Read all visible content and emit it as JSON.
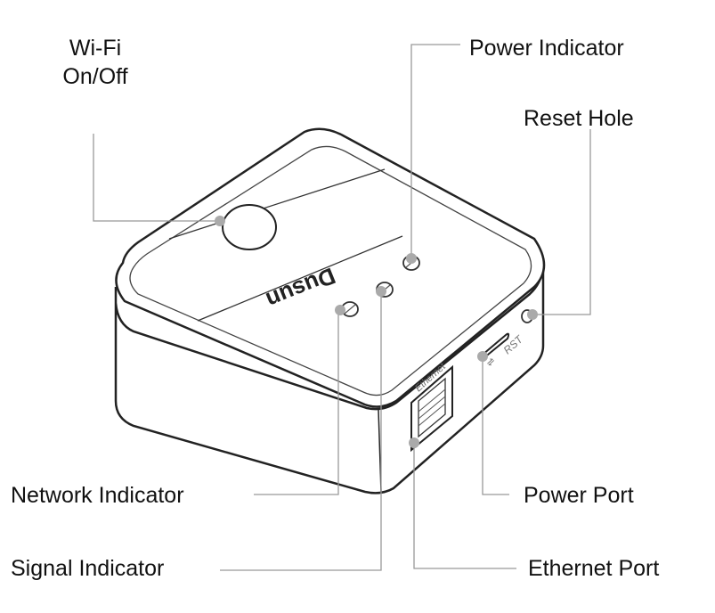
{
  "labels": {
    "wifi_line1": "Wi-Fi",
    "wifi_line2": "On/Off",
    "power_indicator": "Power Indicator",
    "reset_hole": "Reset Hole",
    "network_indicator": "Network Indicator",
    "signal_indicator": "Signal Indicator",
    "power_port": "Power Port",
    "ethernet_port": "Ethernet Port"
  },
  "device": {
    "brand": "Dusun",
    "ethernet_text": "Ethernet",
    "rst_text": "RST"
  },
  "colors": {
    "outline": "#222222",
    "leader": "#999999",
    "dot": "#aaaaaa",
    "text": "#111111"
  }
}
